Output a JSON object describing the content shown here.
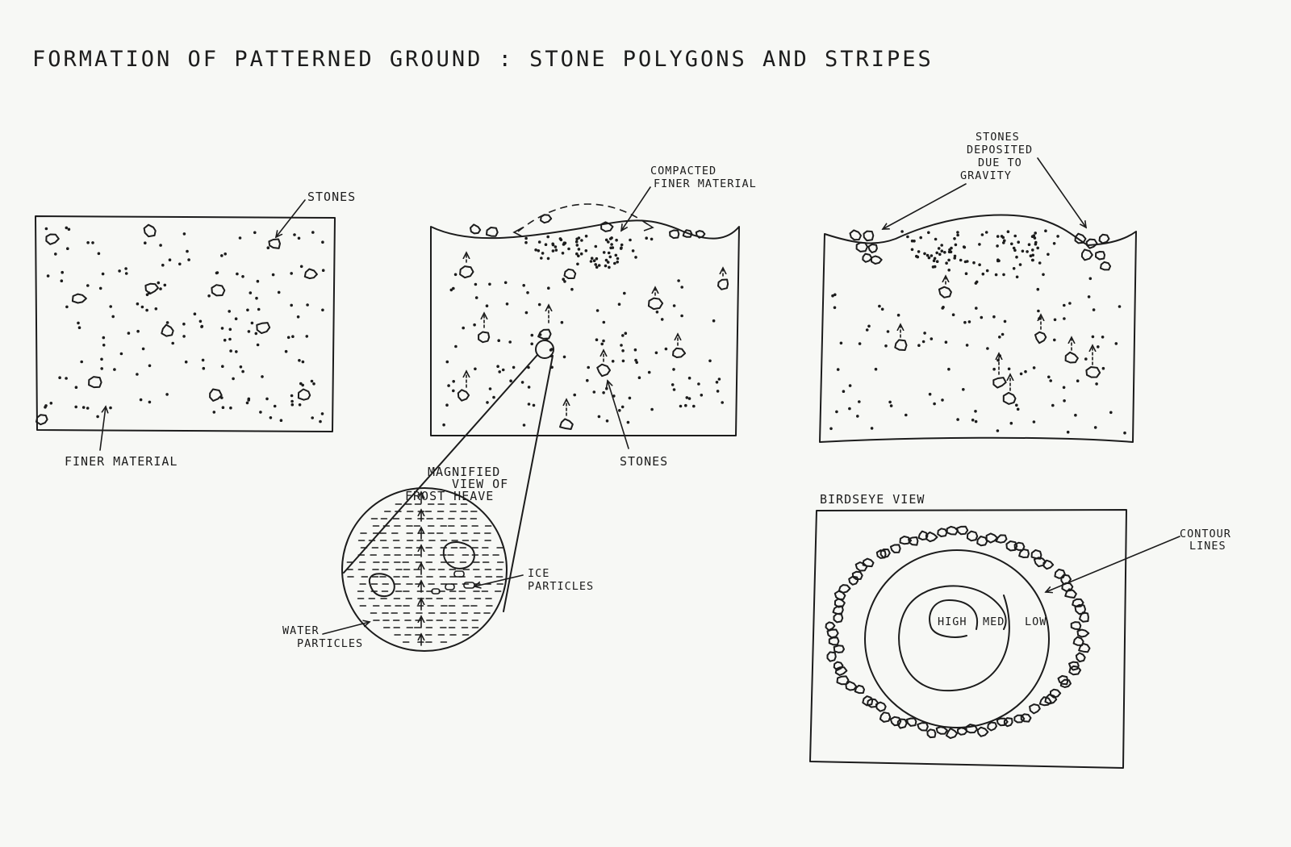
{
  "title": "FORMATION OF PATTERNED GROUND : STONE POLYGONS AND STRIPES",
  "panel1": {
    "stones_label": "STONES",
    "finer_label": "FINER MATERIAL"
  },
  "panel2": {
    "compacted_label_1": "COMPACTED",
    "compacted_label_2": "FINER MATERIAL",
    "stones_label": "STONES"
  },
  "magnified": {
    "label_1": "MAGNIFIED",
    "label_2": "VIEW OF",
    "label_3": "FROST HEAVE",
    "ice_label_1": "ICE",
    "ice_label_2": "PARTICLES",
    "water_label_1": "WATER",
    "water_label_2": "PARTICLES"
  },
  "panel3": {
    "deposit_label_1": "STONES",
    "deposit_label_2": "DEPOSITED",
    "deposit_label_3": "DUE TO",
    "deposit_label_4": "GRAVITY"
  },
  "birdseye": {
    "title": "BIRDSEYE VIEW",
    "contour_label_1": "CONTOUR",
    "contour_label_2": "LINES",
    "high": "HIGH",
    "med": "MED",
    "low": "LOW"
  }
}
